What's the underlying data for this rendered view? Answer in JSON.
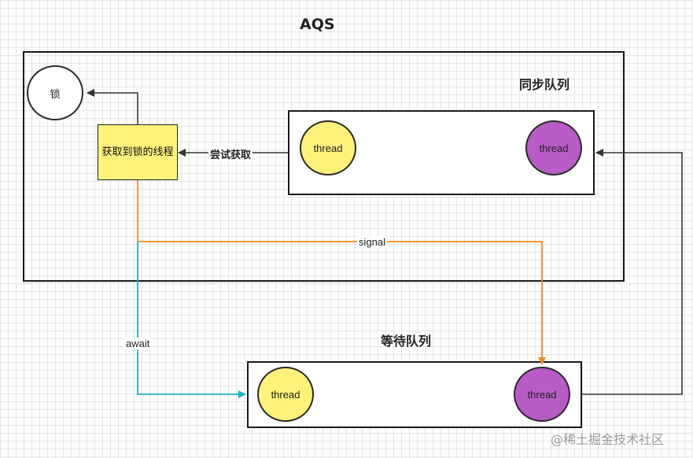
{
  "title": "AQS",
  "sync_queue": {
    "title": "同步队列",
    "threads": [
      {
        "label": "thread",
        "color": "#fff27a"
      },
      {
        "label": "thread",
        "color": "#b85bc7"
      }
    ]
  },
  "wait_queue": {
    "title": "等待队列",
    "threads": [
      {
        "label": "thread",
        "color": "#fff27a"
      },
      {
        "label": "thread",
        "color": "#b85bc7"
      }
    ]
  },
  "lock": {
    "label": "锁"
  },
  "lock_holder": {
    "label": "获取到锁的线程"
  },
  "edges": {
    "try_acquire": "尝试获取",
    "signal": "signal",
    "await": "await"
  },
  "colors": {
    "signal_arrow": "#f08c1e",
    "await_arrow": "#1ab2cc",
    "default_arrow": "#333333"
  },
  "watermark": "@稀土掘金技术社区"
}
